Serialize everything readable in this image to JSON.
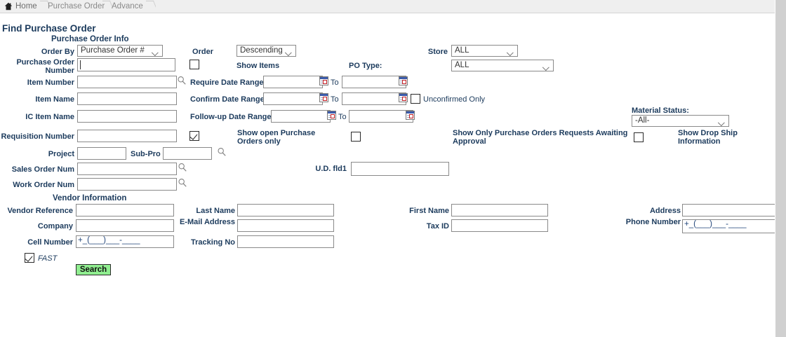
{
  "breadcrumb": {
    "home_icon": "home-icon",
    "items": [
      "Home",
      "Purchase Order",
      "Advance"
    ]
  },
  "page": {
    "title": "Find Purchase Order",
    "section_po_info": "Purchase Order Info",
    "section_vendor_info": "Vendor Information"
  },
  "po_info": {
    "order_by_label": "Order By",
    "order_by_value": "Purchase Order #",
    "order_label": "Order",
    "order_value": "Descending",
    "store_label": "Store",
    "store_value": "ALL",
    "po_number_label": "Purchase Order Number",
    "po_number_value": "",
    "show_items_label": "Show Items",
    "po_type_label": "PO Type:",
    "po_type_value": "ALL",
    "item_number_label": "Item Number",
    "item_number_value": "",
    "item_name_label": "Item Name",
    "item_name_value": "",
    "ic_item_name_label": "IC Item Name",
    "ic_item_name_value": "",
    "requisition_number_label": "Requisition Number",
    "requisition_number_value": "",
    "require_date_label": "Require Date Range:",
    "confirm_date_label": "Confirm Date Range:",
    "followup_date_label": "Follow-up Date Range:",
    "to_label": "To",
    "require_from": "",
    "require_to": "",
    "confirm_from": "",
    "confirm_to": "",
    "followup_from": "",
    "followup_to": "",
    "unconfirmed_only_label": "Unconfirmed Only",
    "material_status_label": "Material Status:",
    "material_status_value": "-All-",
    "show_open_po_label": "Show open Purchase Orders only",
    "show_awaiting_approval_label": "Show Only Purchase Orders Requests Awaiting Approval",
    "show_drop_ship_label": "Show Drop Ship Information",
    "project_label": "Project",
    "project_value": "",
    "sub_pro_label": "Sub-Pro",
    "sub_pro_value": "",
    "sales_order_label": "Sales Order Num",
    "sales_order_value": "",
    "work_order_label": "Work Order Num",
    "work_order_value": "",
    "ud_fld1_label": "U.D. fld1",
    "ud_fld1_value": ""
  },
  "vendor_info": {
    "vendor_reference_label": "Vendor Reference",
    "vendor_reference_value": "",
    "company_label": "Company",
    "company_value": "",
    "cell_number_label": "Cell Number",
    "cell_number_value": "+_(___)___-____",
    "last_name_label": "Last Name",
    "last_name_value": "",
    "email_label": "E-Mail Address",
    "email_value": "",
    "tracking_no_label": "Tracking No",
    "tracking_no_value": "",
    "first_name_label": "First Name",
    "first_name_value": "",
    "tax_id_label": "Tax ID",
    "tax_id_value": "",
    "address_label": "Address",
    "address_value": "",
    "phone_number_label": "Phone Number",
    "phone_number_value": "+_(___)___-____"
  },
  "footer": {
    "fast_label": "FAST",
    "search_label": "Search"
  },
  "icons": {
    "magnifier": "search-icon",
    "calendar": "calendar-icon"
  },
  "colors": {
    "label": "#1b3a5c",
    "crumb_bg": "#efefef",
    "crumb_text": "#8a8a8a",
    "button_bg": "#90ee90",
    "gutter": "#d0d0d0"
  },
  "checkboxes": {
    "po_number_checked": false,
    "requisition_checked": true,
    "unconfirmed_checked": false,
    "show_open_po_checked": false,
    "awaiting_approval_checked": false,
    "drop_ship_checked": false,
    "fast_checked": true
  }
}
